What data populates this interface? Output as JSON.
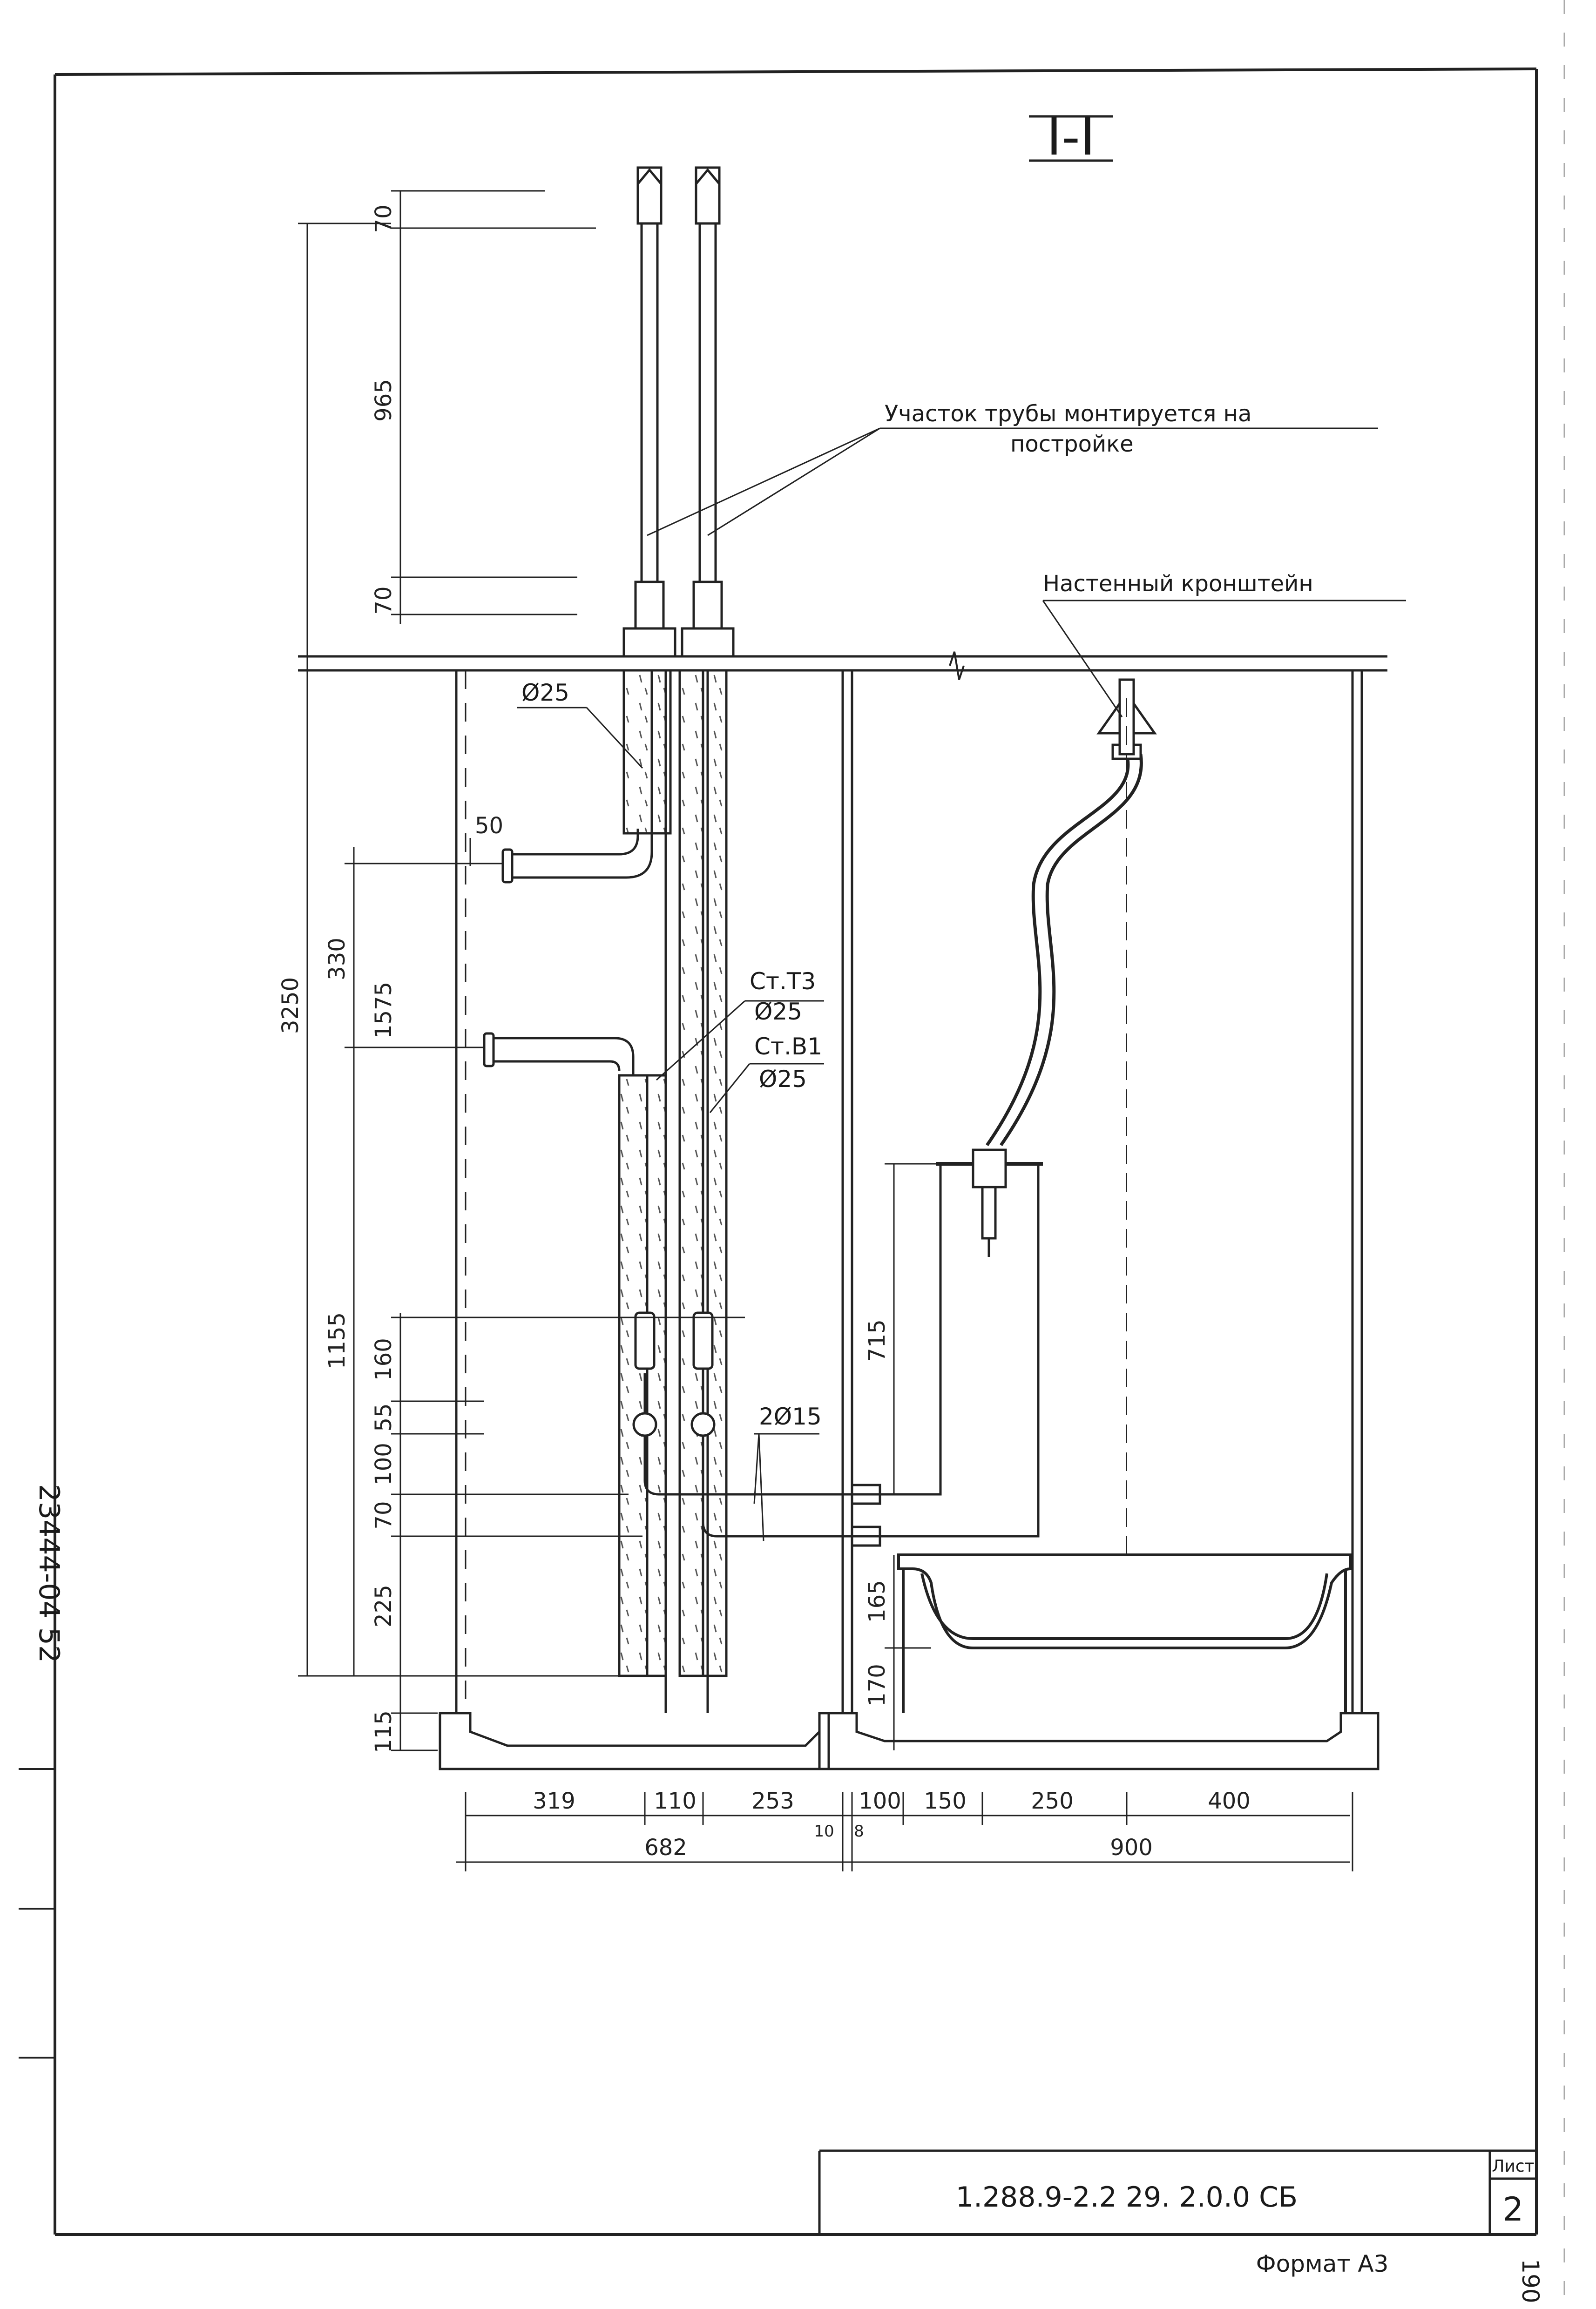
{
  "drawing": {
    "section_title": "I-I",
    "notes": {
      "pipe_section": "Участок трубы монтируется на постройке",
      "pipe_section_line1": "Участок трубы монтируется на",
      "pipe_section_line2": "постройке",
      "bracket": "Настенный кронштейн"
    },
    "pipe_labels": {
      "d25_top": "Ø25",
      "st_t3": "Ст.Т3",
      "st_t3_d": "Ø25",
      "st_b1": "Ст.В1",
      "st_b1_d": "Ø25",
      "two_d15": "2Ø15"
    },
    "vertical_dims": {
      "d70_top": "70",
      "d965": "965",
      "d70_mid": "70",
      "d3250": "3250",
      "d330": "330",
      "d1575": "1575",
      "d50": "50",
      "d1155": "1155",
      "d160": "160",
      "d55": "55",
      "d100": "100",
      "d70_low": "70",
      "d225": "225",
      "d115": "115",
      "d715": "715",
      "d165": "165",
      "d170": "170"
    },
    "horizontal_dims": {
      "d319": "319",
      "d110": "110",
      "d253": "253",
      "d100": "100",
      "d150": "150",
      "d250": "250",
      "d400": "400",
      "d682": "682",
      "d10": "10",
      "d8": "8",
      "d900": "900"
    },
    "side_stamp": "23444-04 52"
  },
  "title_block": {
    "code": "1.288.9-2.2 29. 2.0.0 СБ",
    "sheet_label": "Лист",
    "sheet_number": "2",
    "format": "Формат А3",
    "page_mark": "190"
  }
}
